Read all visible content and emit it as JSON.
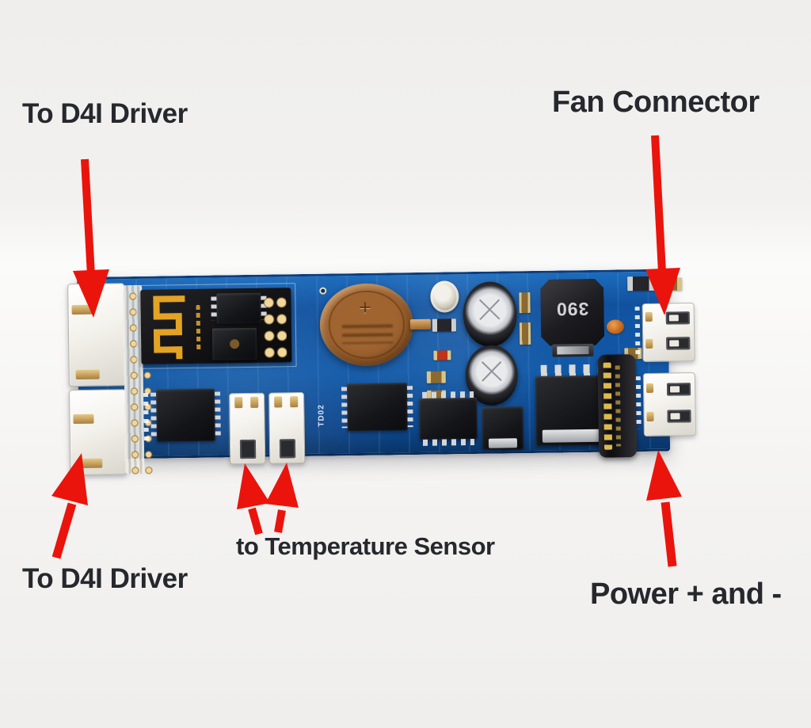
{
  "annotations": {
    "arrow_color": "#ea140c",
    "text_color": "#26282d",
    "labels": [
      {
        "id": "d4i-driver-top",
        "text": "To D4I Driver"
      },
      {
        "id": "fan-connector",
        "text": "Fan Connector"
      },
      {
        "id": "temperature-sensor",
        "text": "to Temperature Sensor"
      },
      {
        "id": "d4i-driver-bottom",
        "text": "To D4I Driver"
      },
      {
        "id": "power",
        "text": "Power + and -"
      }
    ]
  },
  "board": {
    "solder_mask_color": "#1159a8",
    "markings": {
      "inductor": "390",
      "battery_polarity": "+",
      "silkscreen_td02": "TD02"
    }
  }
}
